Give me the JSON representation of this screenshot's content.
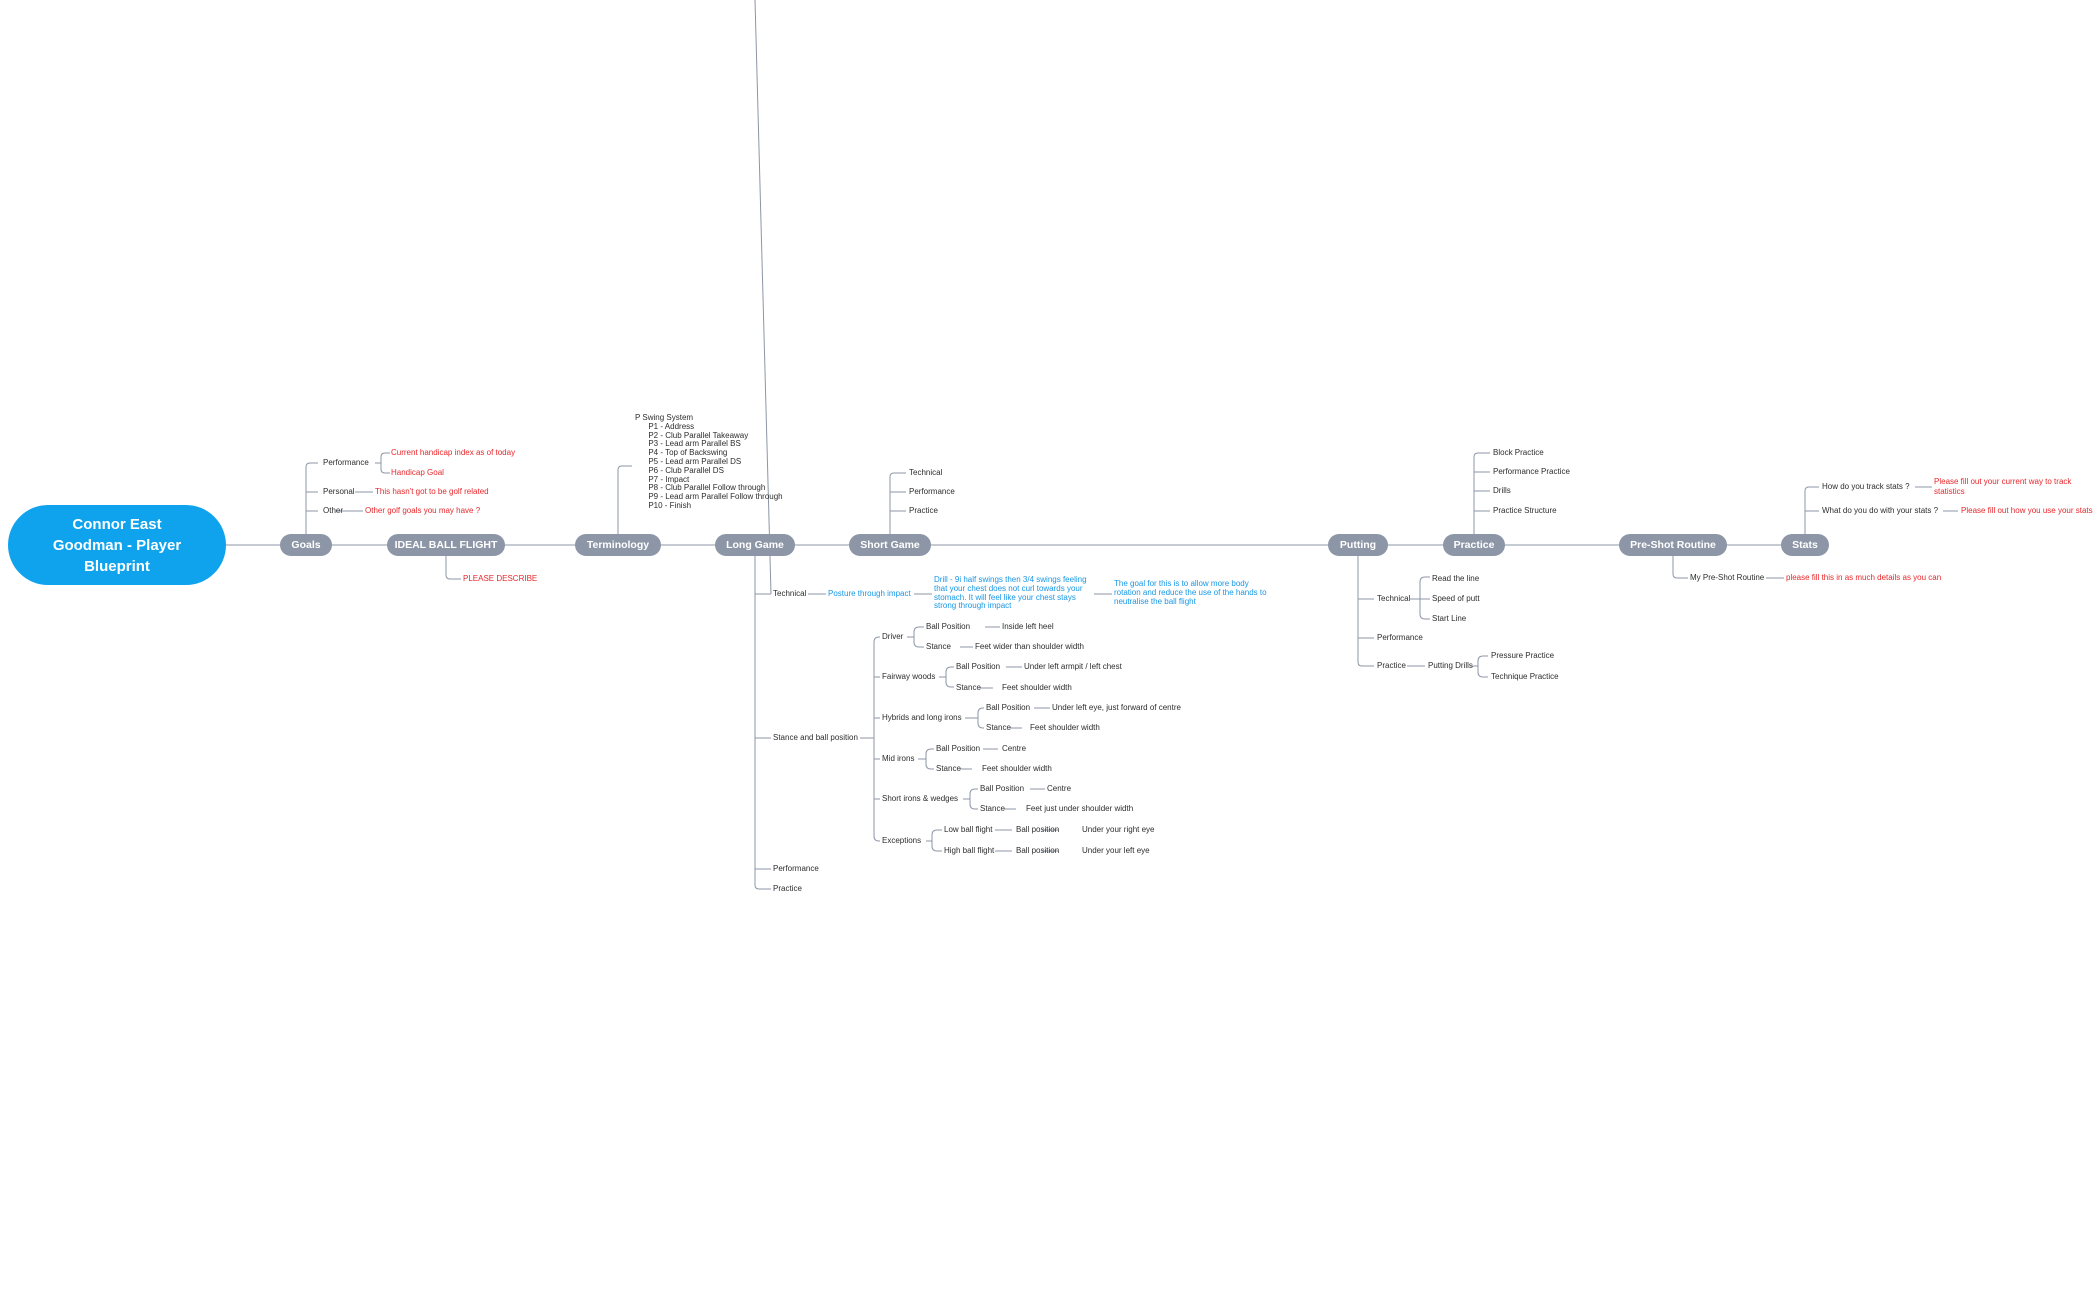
{
  "root": {
    "label": "Connor East Goodman - Player Blueprint"
  },
  "main_topics": {
    "goals": "Goals",
    "ideal_ball_flight": "IDEAL BALL FLIGHT",
    "terminology": "Terminology",
    "long_game": "Long Game",
    "short_game": "Short Game",
    "putting": "Putting",
    "practice": "Practice",
    "pre_shot": "Pre-Shot Routine",
    "stats": "Stats"
  },
  "goals": {
    "performance": "Performance",
    "current_handicap": "Current handicap index as of today",
    "handicap_goal": "Handicap Goal",
    "personal": "Personal",
    "personal_note": "This hasn't got to be golf related",
    "other": "Other",
    "other_note": "Other golf goals you may have ?"
  },
  "ideal_ball_flight": {
    "note": "PLEASE DESCRIBE"
  },
  "terminology": {
    "p_swing": "P Swing System\n      P1 - Address\n      P2 - Club Parallel Takeaway\n      P3 - Lead arm Parallel BS\n      P4 - Top of Backswing\n      P5 - Lead arm Parallel DS\n      P6 - Club Parallel DS\n      P7 - Impact\n      P8 - Club Parallel Follow through\n      P9 - Lead arm Parallel Follow through\n      P10 - Finish"
  },
  "long_game": {
    "technical": "Technical",
    "posture": "Posture through impact",
    "drill": "Drill - 9i half swings then 3/4 swings feeling that your chest does not curl towards your stomach. It will feel like your chest stays strong through impact",
    "goal": "The goal for this is to allow more body rotation and reduce the use of the hands to neutralise the ball flight",
    "stance_ball": "Stance and ball position",
    "driver": "Driver",
    "fairway_woods": "Fairway woods",
    "hybrids": "Hybrids and long irons",
    "mid_irons": "Mid irons",
    "short_irons": "Short irons & wedges",
    "exceptions": "Exceptions",
    "ball_position": "Ball Position",
    "ball_position_lc": "Ball position",
    "stance": "Stance",
    "driver_bp": "Inside left heel",
    "driver_stance": "Feet wider than shoulder width",
    "fw_bp": "Under left armpit / left chest",
    "fw_stance": "Feet shoulder width",
    "hy_bp": "Under left eye, just forward of centre",
    "hy_stance": "Feet shoulder width",
    "mid_bp": "Centre",
    "mid_stance": "Feet shoulder width",
    "short_bp": "Centre",
    "short_stance": "Feet just under shoulder width",
    "low_flight": "Low ball flight",
    "low_bp": "Under your right eye",
    "high_flight": "High ball flight",
    "high_bp": "Under your left eye",
    "performance": "Performance",
    "practice": "Practice"
  },
  "short_game": {
    "technical": "Technical",
    "performance": "Performance",
    "practice": "Practice"
  },
  "putting": {
    "technical": "Technical",
    "read_line": "Read the line",
    "speed": "Speed of putt",
    "start_line": "Start Line",
    "performance": "Performance",
    "practice": "Practice",
    "putting_drills": "Putting Drills",
    "pressure": "Pressure Practice",
    "technique": "Technique Practice"
  },
  "practice": {
    "block": "Block Practice",
    "performance": "Performance Practice",
    "drills": "Drills",
    "structure": "Practice Structure"
  },
  "pre_shot": {
    "routine": "My Pre-Shot Routine",
    "note": "please fill this in as much details as you can"
  },
  "stats": {
    "track": "How do you track stats ?",
    "track_note": "Please fill out your current way to track statistics",
    "use": "What do you do with your stats ?",
    "use_note": "Please fill out how you use your stats"
  },
  "colors": {
    "root": "#0fa3ee",
    "topic": "#8d96a6",
    "line": "#8d96a6",
    "red": "#e8272b",
    "blue": "#1797e6"
  }
}
